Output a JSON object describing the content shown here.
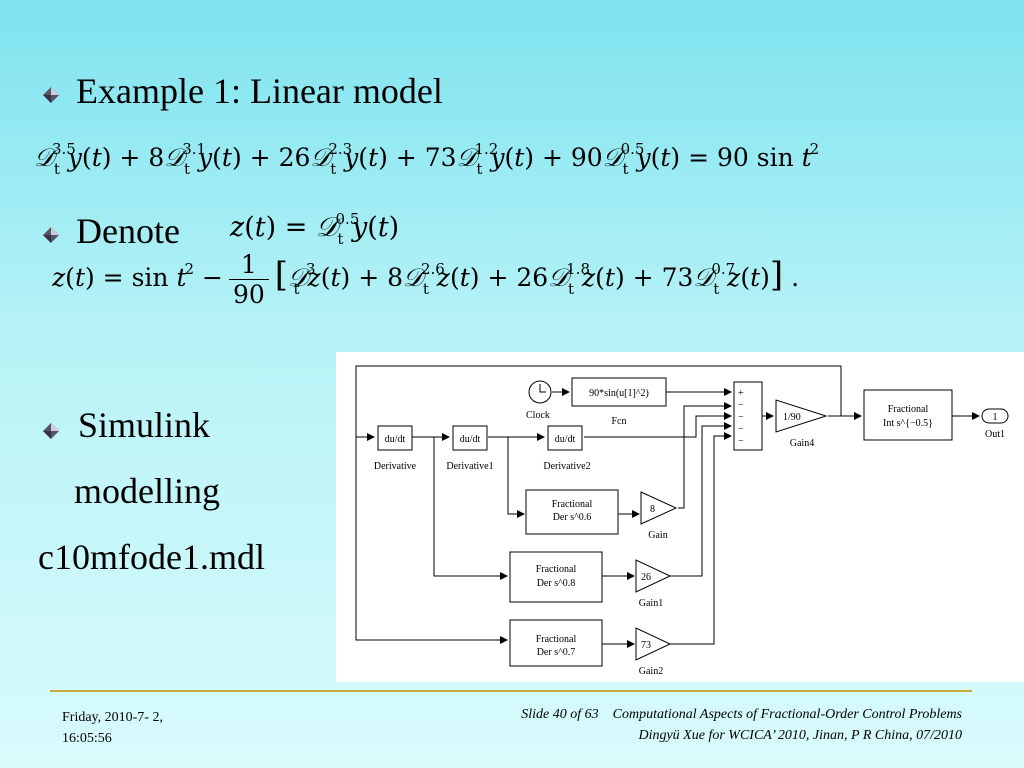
{
  "bullets": {
    "b1": "Example 1: Linear model",
    "b2": "Denote",
    "b3_line1": "Simulink",
    "b3_line2": "modelling",
    "b3_line3": "c10mfode1.mdl"
  },
  "equations": {
    "eq1": "𝒟t^3.5 y(t) + 8𝒟t^3.1 y(t) + 26𝒟t^2.3 y(t) + 73𝒟t^1.2 y(t) + 90𝒟t^0.5 y(t) = 90 sin t^2",
    "eq2": "z(t) = 𝒟t^0.5 y(t)",
    "eq3": "z(t) = sin t^2 − 1/90 [𝒟t^3 z(t) + 8𝒟t^2.6 z(t) + 26𝒟t^1.8 z(t) + 73𝒟t^0.7 z(t)] ."
  },
  "diagram": {
    "blocks": {
      "clock": "Clock",
      "fcn_expr": "90*sin(u[1]^2)",
      "fcn": "Fcn",
      "deriv_label": "du/dt",
      "derivative": "Derivative",
      "derivative1": "Derivative1",
      "derivative2": "Derivative2",
      "frac_word": "Fractional",
      "der06": "Der  s^0.6",
      "der08": "Der  s^0.8",
      "der07": "Der  s^0.7",
      "int": "Int  s^{−0.5}",
      "gain_val": "8",
      "gain": "Gain",
      "gain1_val": "26",
      "gain1": "Gain1",
      "gain2_val": "73",
      "gain2": "Gain2",
      "gain4_val": "1/90",
      "gain4": "Gain4",
      "out_val": "1",
      "out": "Out1",
      "signs": [
        "+",
        "−",
        "−",
        "−",
        "−"
      ]
    }
  },
  "footer": {
    "date": "Friday,  2010-7- 2,",
    "time": "16:05:56",
    "slide": "Slide 40 of 63",
    "title": "Computational Aspects of Fractional-Order Control Problems",
    "author": "Dingyü Xue for WCICA’ 2010, Jinan, P R China, 07/2010"
  }
}
